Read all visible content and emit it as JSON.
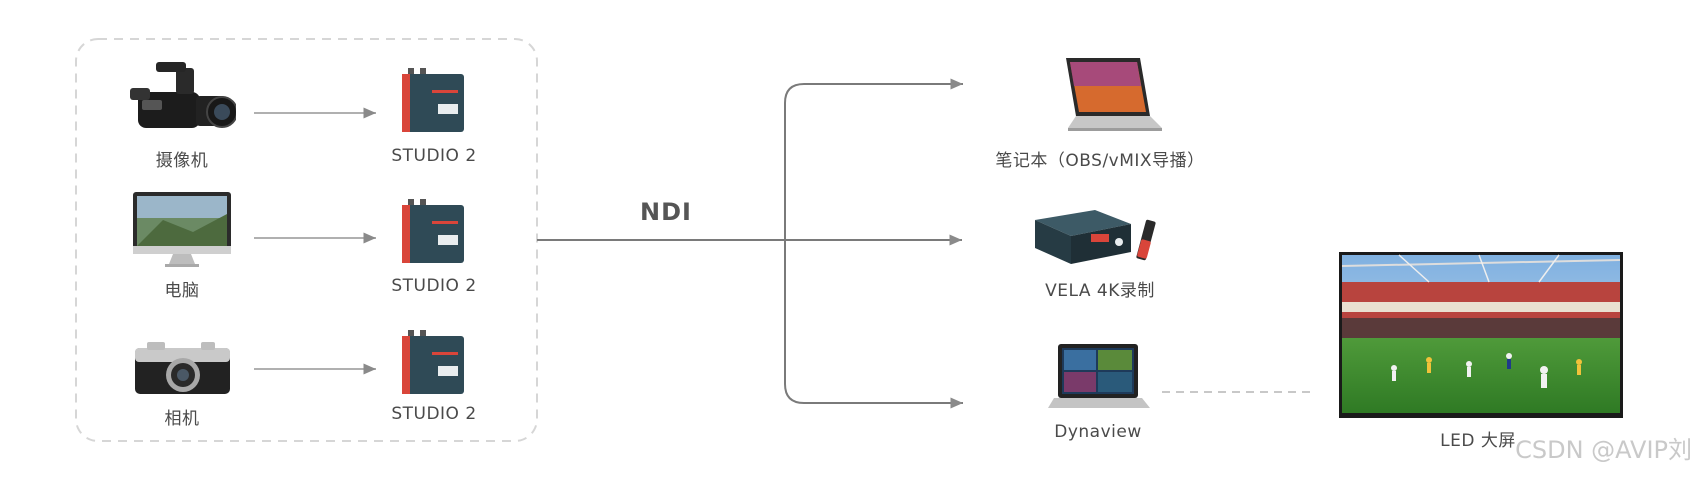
{
  "sources": [
    {
      "label": "摄像机",
      "device": "STUDIO 2",
      "icon": "camcorder-icon"
    },
    {
      "label": "电脑",
      "device": "STUDIO 2",
      "icon": "imac-icon"
    },
    {
      "label": "相机",
      "device": "STUDIO 2",
      "icon": "camera-icon"
    }
  ],
  "link_label": "NDI",
  "outputs": [
    {
      "label": "笔记本（OBS/vMIX导播）",
      "icon": "laptop-icon"
    },
    {
      "label": "VELA 4K录制",
      "icon": "recorder-icon"
    },
    {
      "label": "Dynaview",
      "icon": "dynaview-laptop-icon"
    }
  ],
  "display": {
    "label": "LED 大屏",
    "icon": "led-screen-icon"
  },
  "watermark": "CSDN @AVIP刘",
  "colors": {
    "line": "#888888",
    "device_body": "#2f4a56",
    "device_accent": "#d9453a",
    "dashed_box": "#d6d6d6"
  }
}
